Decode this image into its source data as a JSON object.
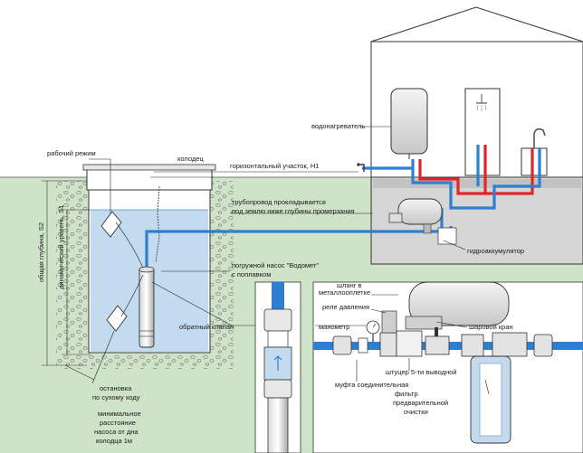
{
  "labels": {
    "water_heater": "водонагреватель",
    "well": "колодец",
    "working_mode": "рабочий режим",
    "horizontal_section": "горизонтальный участок, H1",
    "pipeline_line1": "трубопровод прокладывается",
    "pipeline_line2": "под землю ниже глубины промерзания",
    "pump_line1": "погружной насос \"Водомет\"",
    "pump_line2": "с поплавком",
    "accumulator": "гидроаккумулятор",
    "hose_line1": "шланг в",
    "hose_line2": "металлооплетке",
    "pressure_relay": "реле давления",
    "manometer": "манометр",
    "ball_valve": "шаровой кран",
    "fitting": "штуцер 5-ти выводной",
    "coupling": "муфта соединительная",
    "check_valve": "обратный клапан",
    "dry_run_line1": "остановка",
    "dry_run_line2": "по сухому ходу",
    "min_dist_line1": "минимальное",
    "min_dist_line2": "расстояние",
    "min_dist_line3": "насоса от дна",
    "min_dist_line4": "колодца 1м",
    "filter_line1": "фильтр",
    "filter_line2": "предварительной",
    "filter_line3": "очистки",
    "total_depth": "общая глубина, S2",
    "dynamic_level": "динамический уровень, S1"
  },
  "colors": {
    "ground": "#cfe3c9",
    "water": "#c4dbef",
    "cold_pipe": "#2f7fd0",
    "hot_pipe": "#e0262b",
    "lines": "#222222"
  }
}
